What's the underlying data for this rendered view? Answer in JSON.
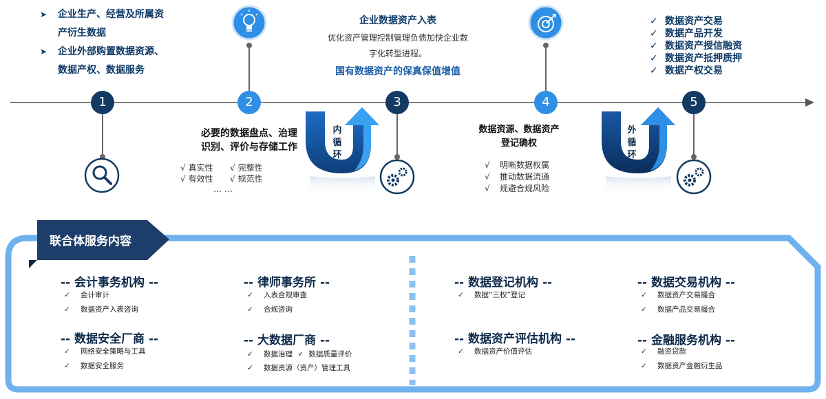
{
  "process": {
    "steps": [
      "1",
      "2",
      "3",
      "4",
      "5"
    ],
    "step1": {
      "items": [
        {
          "line1": "企业生产、经营及所属资",
          "line2": "产衍生数据"
        },
        {
          "line1": "企业外部购置数据资源、",
          "line2": "数据产权、数据服务"
        }
      ],
      "marker": "➤"
    },
    "step2": {
      "title_line1": "必要的数据盘点、治理",
      "title_line2": "识别、评价与存储工作",
      "checks": [
        "真实性",
        "完整性",
        "有效性",
        "规范性"
      ],
      "check_marker": "√",
      "ellipsis": "… …"
    },
    "step3": {
      "title": "企业数据资产入表",
      "desc_line1": "优化资产管理控制管理负债加快企业数",
      "desc_line2": "字化转型进程。",
      "highlight": "国有数据资产的保真保值增值"
    },
    "inner_loop": {
      "chars": [
        "内",
        "循",
        "环"
      ]
    },
    "step4": {
      "title_line1": "数据资源、数据资产",
      "title_line2": "登记确权",
      "checks": [
        "明晰数据权属",
        "推动数据流通",
        "规避合规风险"
      ],
      "check_marker": "√"
    },
    "outer_loop": {
      "chars": [
        "外",
        "循",
        "环"
      ]
    },
    "step5": {
      "checks": [
        "数据资产交易",
        "数据产品开发",
        "数据资产授信融资",
        "数据资产抵押质押",
        "数据产权交易"
      ],
      "check_marker": "✓"
    },
    "icons": [
      "lightbulb-icon",
      "target-icon",
      "magnifier-icon",
      "gears-icon",
      "gears-icon"
    ]
  },
  "services": {
    "banner": "联合体服务内容",
    "check_marker": "✓",
    "orgs": {
      "accounting": {
        "title": "-- 会计事务机构 --",
        "items": [
          "会计审计",
          "数据资产入表咨询"
        ]
      },
      "law": {
        "title": "-- 律师事务所 --",
        "items": [
          "入表合规审查",
          "合规咨询"
        ]
      },
      "registry": {
        "title": "-- 数据登记机构 --",
        "items": [
          "数据“三权”登记"
        ]
      },
      "exchange": {
        "title": "-- 数据交易机构 --",
        "items": [
          "数据资产交易撮合",
          "数据产品交易撮合"
        ]
      },
      "security": {
        "title": "-- 数据安全厂商 --",
        "items": [
          "网络安全策略与工具",
          "数据安全服务"
        ]
      },
      "bigdata": {
        "title": "-- 大数据厂商 --",
        "items": [
          "数据治理",
          "数据质量评价",
          "数据资源（资产）管理工具"
        ]
      },
      "evaluation": {
        "title": "-- 数据资产评估机构 --",
        "items": [
          "数据资产价值评估"
        ]
      },
      "finance": {
        "title": "-- 金融服务机构 --",
        "items": [
          "融资贷款",
          "数据资产金融衍生品"
        ]
      }
    }
  },
  "colors": {
    "navy": "#0e3a66",
    "blue": "#2f8fe6",
    "frame": "#6fb0ee",
    "banner": "#1d3e6a"
  }
}
